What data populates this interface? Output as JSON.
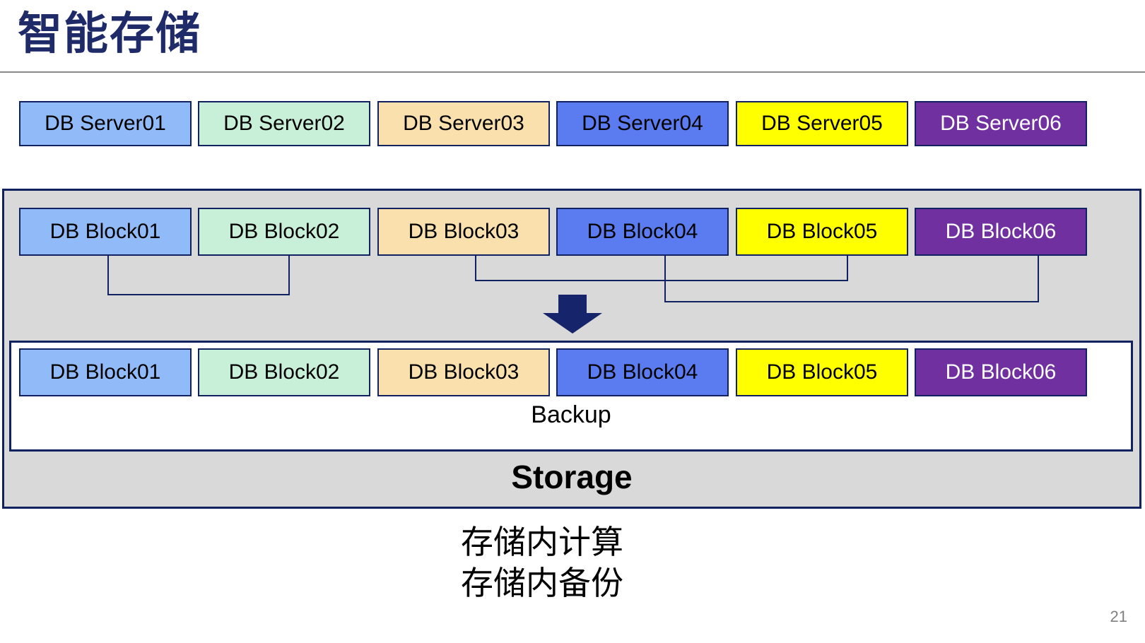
{
  "slide": {
    "title": "智能存储",
    "page_number": "21",
    "caption_lines": [
      "存储内计算",
      "存储内备份"
    ]
  },
  "servers": [
    "DB Server01",
    "DB Server02",
    "DB Server03",
    "DB Server04",
    "DB Server05",
    "DB Server06"
  ],
  "storage": {
    "label": "Storage",
    "backup_label": "Backup",
    "blocks_top": [
      "DB Block01",
      "DB Block02",
      "DB Block03",
      "DB Block04",
      "DB Block05",
      "DB Block06"
    ],
    "blocks_bottom": [
      "DB Block01",
      "DB Block02",
      "DB Block03",
      "DB Block04",
      "DB Block05",
      "DB Block06"
    ]
  },
  "connections": [
    {
      "from": "DB Block01",
      "to": "DB Block02"
    },
    {
      "from": "DB Block03",
      "to": "DB Block05"
    },
    {
      "from": "DB Block04",
      "to": "DB Block06"
    }
  ],
  "colors": {
    "navy": "#112261",
    "title_navy": "#1F2B68",
    "box_fills": [
      "#91BBF8",
      "#C8F0D8",
      "#FAE0AC",
      "#5B7CF0",
      "#FFFF00",
      "#7030A0"
    ],
    "box_text_colors": [
      "#000000",
      "#000000",
      "#000000",
      "#000000",
      "#000000",
      "#FFFFFF"
    ],
    "container_gray": "#D9D9D9",
    "page_number_gray": "#808080"
  }
}
